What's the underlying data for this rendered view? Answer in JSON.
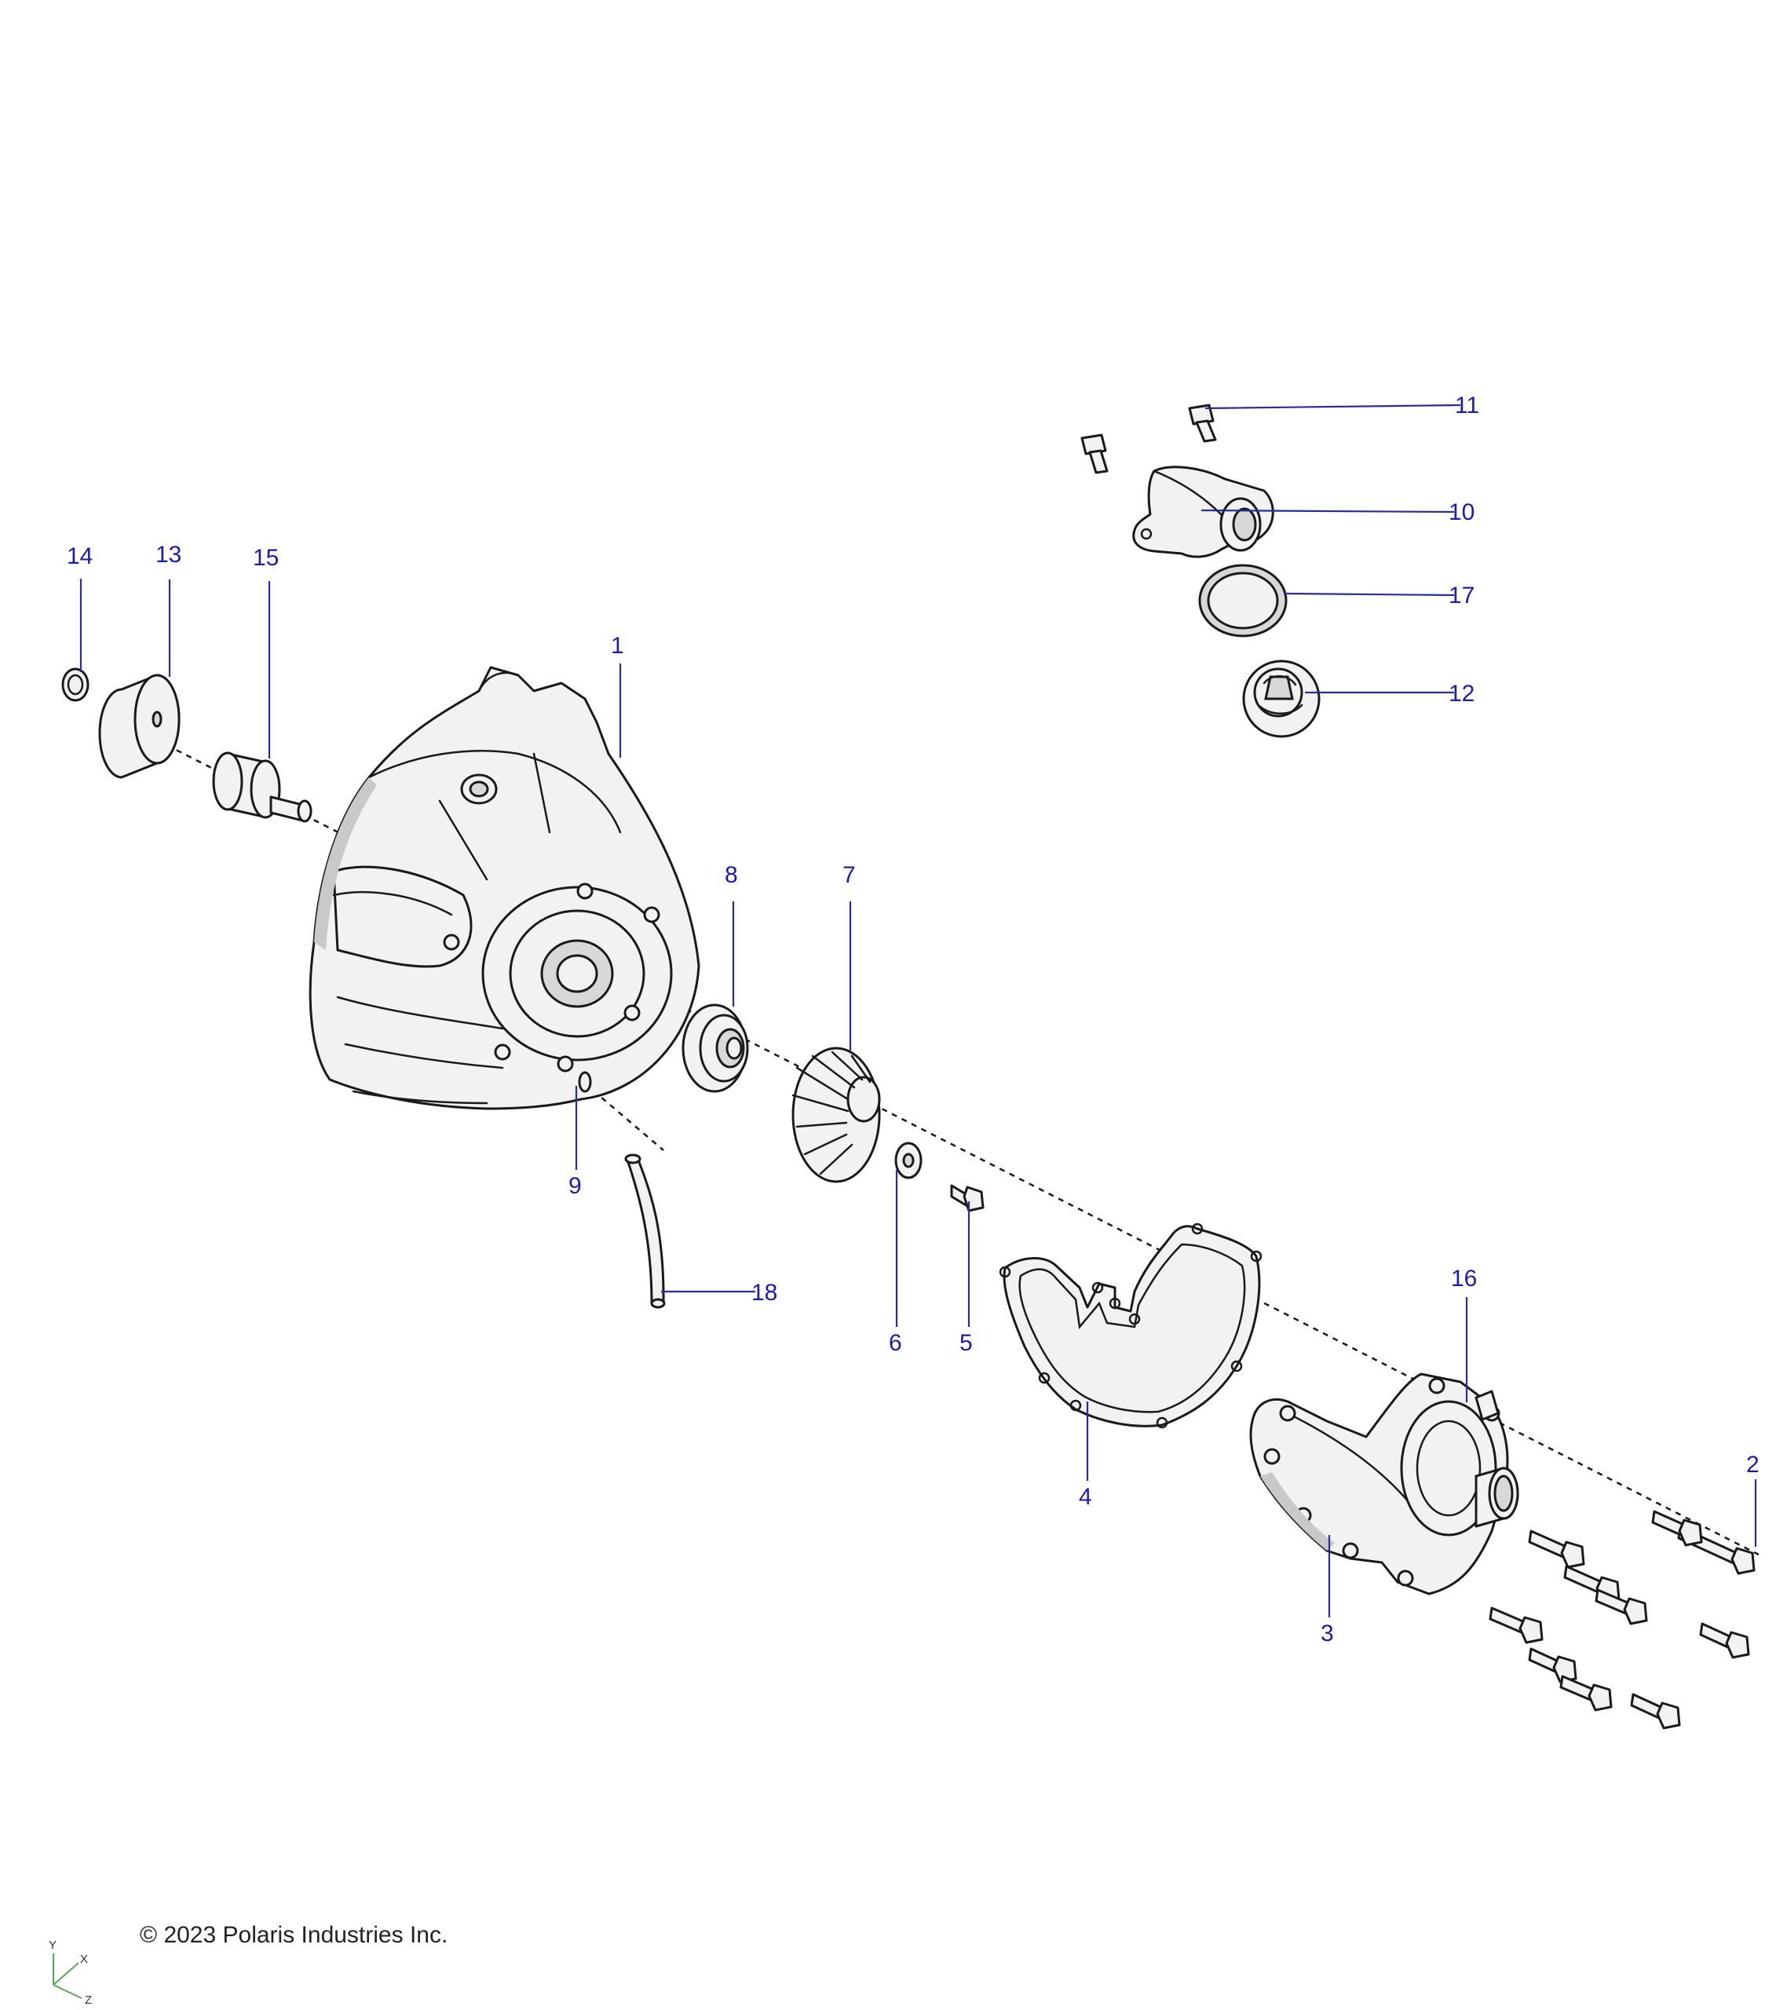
{
  "callouts": [
    "1",
    "2",
    "3",
    "4",
    "5",
    "6",
    "7",
    "8",
    "9",
    "10",
    "11",
    "12",
    "13",
    "14",
    "15",
    "16",
    "17",
    "18"
  ],
  "triad": {
    "y": "Y",
    "x": "X",
    "z": "Z"
  },
  "copyright": "© 2023 Polaris Industries Inc.",
  "colors": {
    "callout": "#1c1ca8",
    "leader": "#2b2b9a",
    "outline": "#1a1a1a",
    "fill": "#f2f2f2"
  },
  "icons": {
    "axis_triad": "xyz-axis-triad-icon"
  }
}
